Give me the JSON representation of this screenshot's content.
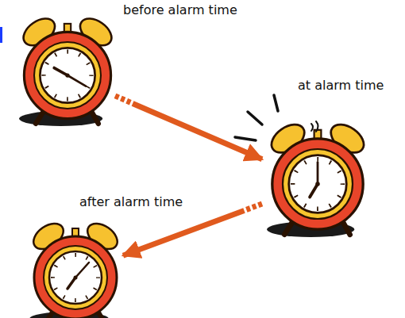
{
  "diagram": {
    "nodes": [
      {
        "text": [
          "before alarm time"
        ]
      },
      {
        "text": [
          "at alarm time"
        ]
      },
      {
        "text": [
          "after alarm time"
        ]
      }
    ],
    "edges": [
      {
        "from": 0,
        "to": 1,
        "arrow": "to"
      },
      {
        "from": 1,
        "to": 2,
        "arrow": "to"
      }
    ]
  }
}
